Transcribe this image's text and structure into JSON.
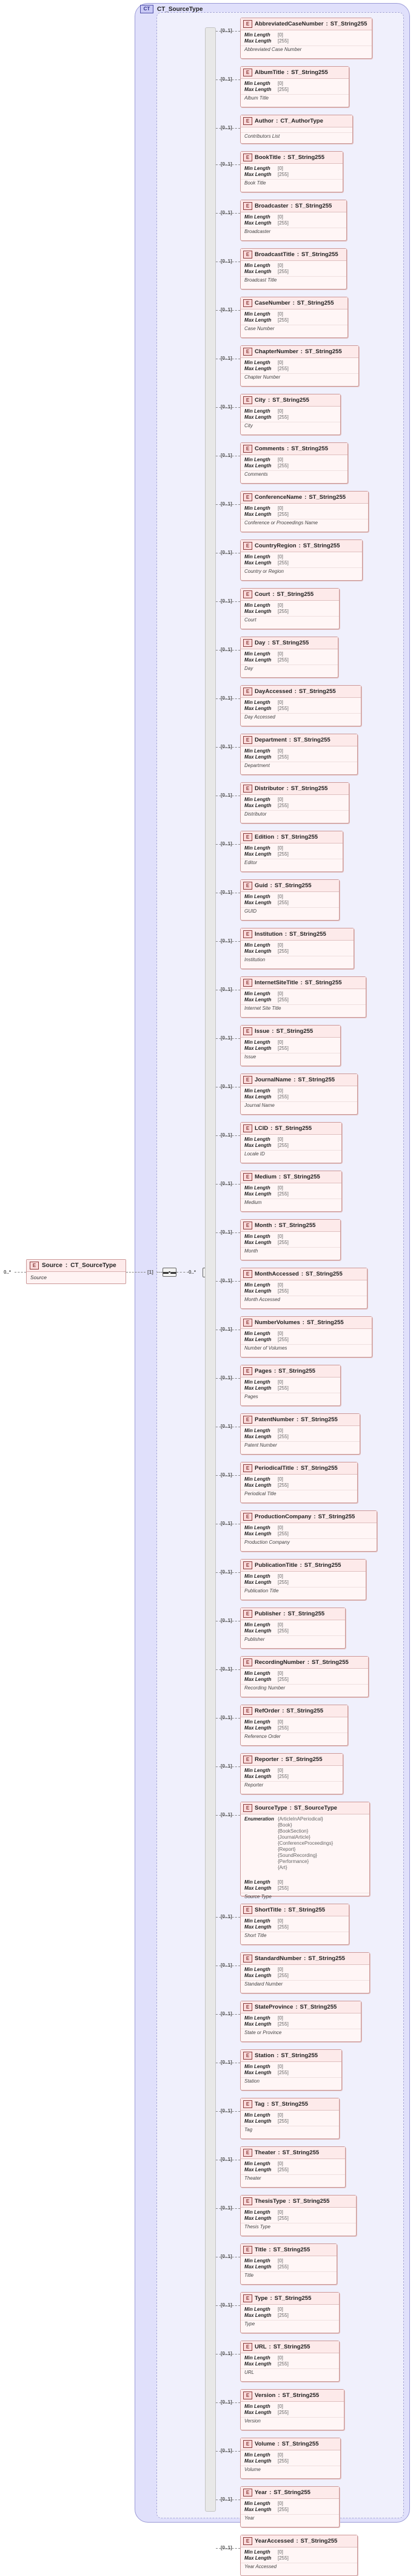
{
  "root": {
    "name": "Source",
    "type": "CT_SourceType",
    "doc": "Source",
    "occurrence_left": "0..*",
    "occurrence_right": "[1]"
  },
  "complex_type": {
    "label": "CT_SourceType",
    "icon": "CT"
  },
  "sequence": {
    "occurrence": "[1]"
  },
  "choice": {
    "occurrence": "0..*"
  },
  "facet_labels": {
    "min": "Min Length",
    "max": "Max Length",
    "enum": "Enumeration"
  },
  "elements": [
    {
      "name": "AbbreviatedCaseNumber",
      "type": "ST_String255",
      "doc": "Abbreviated Case Number",
      "occ": "[0..1]",
      "min": "[0]",
      "max": "[255]"
    },
    {
      "name": "AlbumTitle",
      "type": "ST_String255",
      "doc": "Album Title",
      "occ": "[0..1]",
      "min": "[0]",
      "max": "[255]"
    },
    {
      "name": "Author",
      "type": "CT_AuthorType",
      "doc": "Contributors List",
      "occ": "[0..1]"
    },
    {
      "name": "BookTitle",
      "type": "ST_String255",
      "doc": "Book Title",
      "occ": "[0..1]",
      "min": "[0]",
      "max": "[255]"
    },
    {
      "name": "Broadcaster",
      "type": "ST_String255",
      "doc": "Broadcaster",
      "occ": "[0..1]",
      "min": "[0]",
      "max": "[255]"
    },
    {
      "name": "BroadcastTitle",
      "type": "ST_String255",
      "doc": "Broadcast Title",
      "occ": "[0..1]",
      "min": "[0]",
      "max": "[255]"
    },
    {
      "name": "CaseNumber",
      "type": "ST_String255",
      "doc": "Case Number",
      "occ": "[0..1]",
      "min": "[0]",
      "max": "[255]"
    },
    {
      "name": "ChapterNumber",
      "type": "ST_String255",
      "doc": "Chapter Number",
      "occ": "[0..1]",
      "min": "[0]",
      "max": "[255]"
    },
    {
      "name": "City",
      "type": "ST_String255",
      "doc": "City",
      "occ": "[0..1]",
      "min": "[0]",
      "max": "[255]"
    },
    {
      "name": "Comments",
      "type": "ST_String255",
      "doc": "Comments",
      "occ": "[0..1]",
      "min": "[0]",
      "max": "[255]"
    },
    {
      "name": "ConferenceName",
      "type": "ST_String255",
      "doc": "Conference or Proceedings Name",
      "occ": "[0..1]",
      "min": "[0]",
      "max": "[255]"
    },
    {
      "name": "CountryRegion",
      "type": "ST_String255",
      "doc": "Country or Region",
      "occ": "[0..1]",
      "min": "[0]",
      "max": "[255]"
    },
    {
      "name": "Court",
      "type": "ST_String255",
      "doc": "Court",
      "occ": "[0..1]",
      "min": "[0]",
      "max": "[255]"
    },
    {
      "name": "Day",
      "type": "ST_String255",
      "doc": "Day",
      "occ": "[0..1]",
      "min": "[0]",
      "max": "[255]"
    },
    {
      "name": "DayAccessed",
      "type": "ST_String255",
      "doc": "Day Accessed",
      "occ": "[0..1]",
      "min": "[0]",
      "max": "[255]"
    },
    {
      "name": "Department",
      "type": "ST_String255",
      "doc": "Department",
      "occ": "[0..1]",
      "min": "[0]",
      "max": "[255]"
    },
    {
      "name": "Distributor",
      "type": "ST_String255",
      "doc": "Distributor",
      "occ": "[0..1]",
      "min": "[0]",
      "max": "[255]"
    },
    {
      "name": "Edition",
      "type": "ST_String255",
      "doc": "Editor",
      "occ": "[0..1]",
      "min": "[0]",
      "max": "[255]"
    },
    {
      "name": "Guid",
      "type": "ST_String255",
      "doc": "GUID",
      "occ": "[0..1]",
      "min": "[0]",
      "max": "[255]"
    },
    {
      "name": "Institution",
      "type": "ST_String255",
      "doc": "Institution",
      "occ": "[0..1]",
      "min": "[0]",
      "max": "[255]"
    },
    {
      "name": "InternetSiteTitle",
      "type": "ST_String255",
      "doc": "Internet Site Title",
      "occ": "[0..1]",
      "min": "[0]",
      "max": "[255]"
    },
    {
      "name": "Issue",
      "type": "ST_String255",
      "doc": "Issue",
      "occ": "[0..1]",
      "min": "[0]",
      "max": "[255]"
    },
    {
      "name": "JournalName",
      "type": "ST_String255",
      "doc": "Journal Name",
      "occ": "[0..1]",
      "min": "[0]",
      "max": "[255]"
    },
    {
      "name": "LCID",
      "type": "ST_String255",
      "doc": "Locale ID",
      "occ": "[0..1]",
      "min": "[0]",
      "max": "[255]"
    },
    {
      "name": "Medium",
      "type": "ST_String255",
      "doc": "Medium",
      "occ": "[0..1]",
      "min": "[0]",
      "max": "[255]"
    },
    {
      "name": "Month",
      "type": "ST_String255",
      "doc": "Month",
      "occ": "[0..1]",
      "min": "[0]",
      "max": "[255]"
    },
    {
      "name": "MonthAccessed",
      "type": "ST_String255",
      "doc": "Month Accessed",
      "occ": "[0..1]",
      "min": "[0]",
      "max": "[255]"
    },
    {
      "name": "NumberVolumes",
      "type": "ST_String255",
      "doc": "Number of Volumes",
      "occ": "[0..1]",
      "min": "[0]",
      "max": "[255]"
    },
    {
      "name": "Pages",
      "type": "ST_String255",
      "doc": "Pages",
      "occ": "[0..1]",
      "min": "[0]",
      "max": "[255]"
    },
    {
      "name": "PatentNumber",
      "type": "ST_String255",
      "doc": "Patent Number",
      "occ": "[0..1]",
      "min": "[0]",
      "max": "[255]"
    },
    {
      "name": "PeriodicalTitle",
      "type": "ST_String255",
      "doc": "Periodical Title",
      "occ": "[0..1]",
      "min": "[0]",
      "max": "[255]"
    },
    {
      "name": "ProductionCompany",
      "type": "ST_String255",
      "doc": "Production Company",
      "occ": "[0..1]",
      "min": "[0]",
      "max": "[255]"
    },
    {
      "name": "PublicationTitle",
      "type": "ST_String255",
      "doc": "Publication Title",
      "occ": "[0..1]",
      "min": "[0]",
      "max": "[255]"
    },
    {
      "name": "Publisher",
      "type": "ST_String255",
      "doc": "Publisher",
      "occ": "[0..1]",
      "min": "[0]",
      "max": "[255]"
    },
    {
      "name": "RecordingNumber",
      "type": "ST_String255",
      "doc": "Recording Number",
      "occ": "[0..1]",
      "min": "[0]",
      "max": "[255]"
    },
    {
      "name": "RefOrder",
      "type": "ST_String255",
      "doc": "Reference Order",
      "occ": "[0..1]",
      "min": "[0]",
      "max": "[255]"
    },
    {
      "name": "Reporter",
      "type": "ST_String255",
      "doc": "Reporter",
      "occ": "[0..1]",
      "min": "[0]",
      "max": "[255]"
    },
    {
      "name": "SourceType",
      "type": "ST_SourceType",
      "doc": "Source Type",
      "occ": "[0..1]",
      "min": "[0]",
      "max": "[255]",
      "enum": [
        "{ArticleInAPeriodical}",
        "{Book}",
        "{BookSection}",
        "{JournalArticle}",
        "{ConferenceProceedings}",
        "{Report}",
        "{SoundRecording}",
        "{Performance}",
        "{Art}"
      ]
    },
    {
      "name": "ShortTitle",
      "type": "ST_String255",
      "doc": "Short Title",
      "occ": "[0..1]",
      "min": "[0]",
      "max": "[255]"
    },
    {
      "name": "StandardNumber",
      "type": "ST_String255",
      "doc": "Standard Number",
      "occ": "[0..1]",
      "min": "[0]",
      "max": "[255]"
    },
    {
      "name": "StateProvince",
      "type": "ST_String255",
      "doc": "State or Province",
      "occ": "[0..1]",
      "min": "[0]",
      "max": "[255]"
    },
    {
      "name": "Station",
      "type": "ST_String255",
      "doc": "Station",
      "occ": "[0..1]",
      "min": "[0]",
      "max": "[255]"
    },
    {
      "name": "Tag",
      "type": "ST_String255",
      "doc": "Tag",
      "occ": "[0..1]",
      "min": "[0]",
      "max": "[255]"
    },
    {
      "name": "Theater",
      "type": "ST_String255",
      "doc": "Theater",
      "occ": "[0..1]",
      "min": "[0]",
      "max": "[255]"
    },
    {
      "name": "ThesisType",
      "type": "ST_String255",
      "doc": "Thesis Type",
      "occ": "[0..1]",
      "min": "[0]",
      "max": "[255]"
    },
    {
      "name": "Title",
      "type": "ST_String255",
      "doc": "Title",
      "occ": "[0..1]",
      "min": "[0]",
      "max": "[255]"
    },
    {
      "name": "Type",
      "type": "ST_String255",
      "doc": "Type",
      "occ": "[0..1]",
      "min": "[0]",
      "max": "[255]"
    },
    {
      "name": "URL",
      "type": "ST_String255",
      "doc": "URL",
      "occ": "[0..1]",
      "min": "[0]",
      "max": "[255]"
    },
    {
      "name": "Version",
      "type": "ST_String255",
      "doc": "Version",
      "occ": "[0..1]",
      "min": "[0]",
      "max": "[255]"
    },
    {
      "name": "Volume",
      "type": "ST_String255",
      "doc": "Volume",
      "occ": "[0..1]",
      "min": "[0]",
      "max": "[255]"
    },
    {
      "name": "Year",
      "type": "ST_String255",
      "doc": "Year",
      "occ": "[0..1]",
      "min": "[0]",
      "max": "[255]"
    },
    {
      "name": "YearAccessed",
      "type": "ST_String255",
      "doc": "Year Accessed",
      "occ": "[0..1]",
      "min": "[0]",
      "max": "[255]"
    }
  ]
}
